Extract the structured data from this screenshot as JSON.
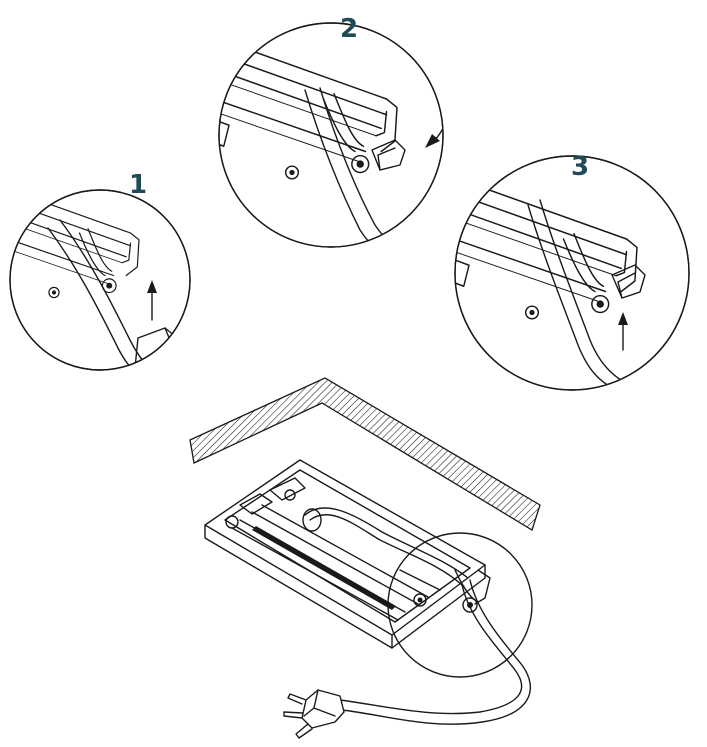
{
  "steps": [
    {
      "number": "1"
    },
    {
      "number": "2"
    },
    {
      "number": "3"
    }
  ],
  "colors": {
    "step_label": "#1f4a56",
    "line_art": "#1a1a1a",
    "background": "#ffffff"
  }
}
